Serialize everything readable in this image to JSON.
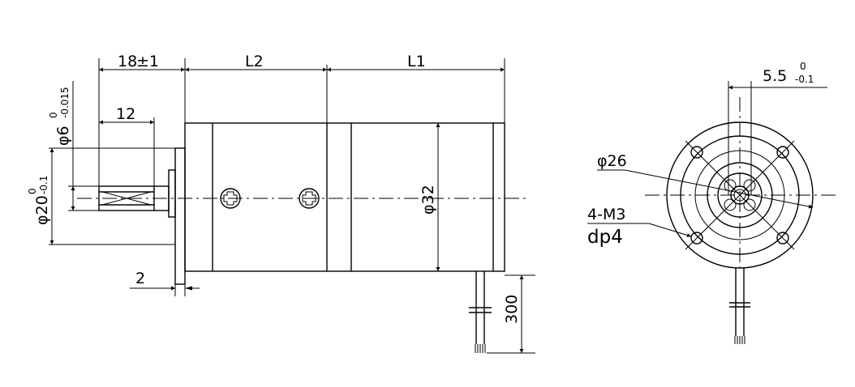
{
  "side_view": {
    "dim_18": {
      "main": "18",
      "tol": "±1"
    },
    "dim_l2": "L2",
    "dim_l1": "L1",
    "dim_12": "12",
    "dim_2": "2",
    "dim_300": "300",
    "dim_phi6": {
      "main": "φ6",
      "upper": "0",
      "lower": "-0.015"
    },
    "dim_phi20": {
      "main": "φ20",
      "upper": "0",
      "lower": "-0.1"
    },
    "dim_phi32": "φ32"
  },
  "front_view": {
    "dim_55": {
      "main": "5.5",
      "upper": "0",
      "lower": "-0.1"
    },
    "dim_phi26": "φ26",
    "thread_label": "4-M3",
    "depth_label": "dp4"
  }
}
